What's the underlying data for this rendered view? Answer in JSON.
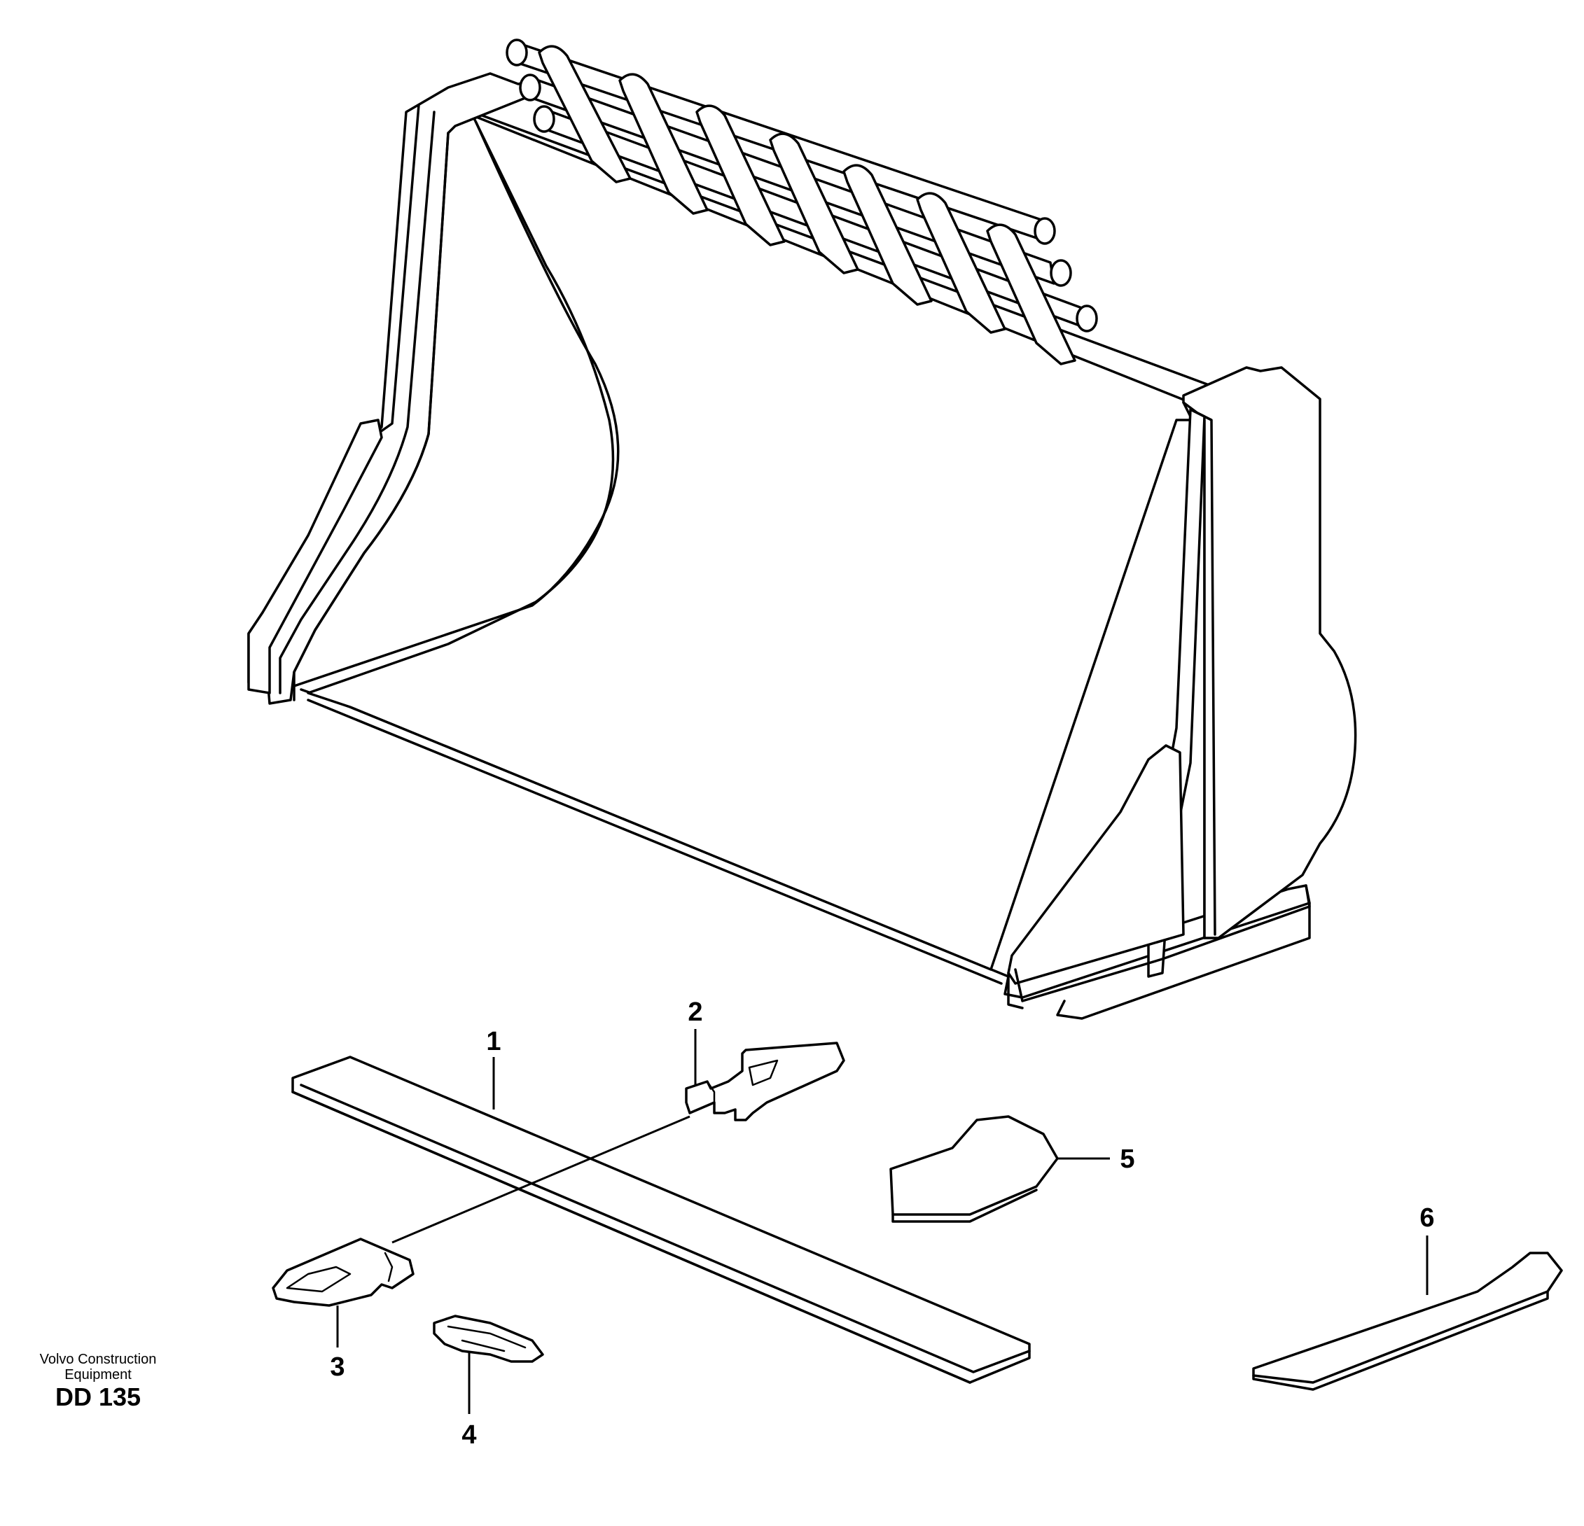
{
  "brand": {
    "line1": "Volvo Construction",
    "line2": "Equipment",
    "code": "DD 135"
  },
  "callouts": [
    {
      "number": "1",
      "part": "cutting-edge"
    },
    {
      "number": "2",
      "part": "tooth-adapter"
    },
    {
      "number": "3",
      "part": "tooth"
    },
    {
      "number": "4",
      "part": "retainer"
    },
    {
      "number": "5",
      "part": "wear-plate"
    },
    {
      "number": "6",
      "part": "side-cutter"
    }
  ]
}
